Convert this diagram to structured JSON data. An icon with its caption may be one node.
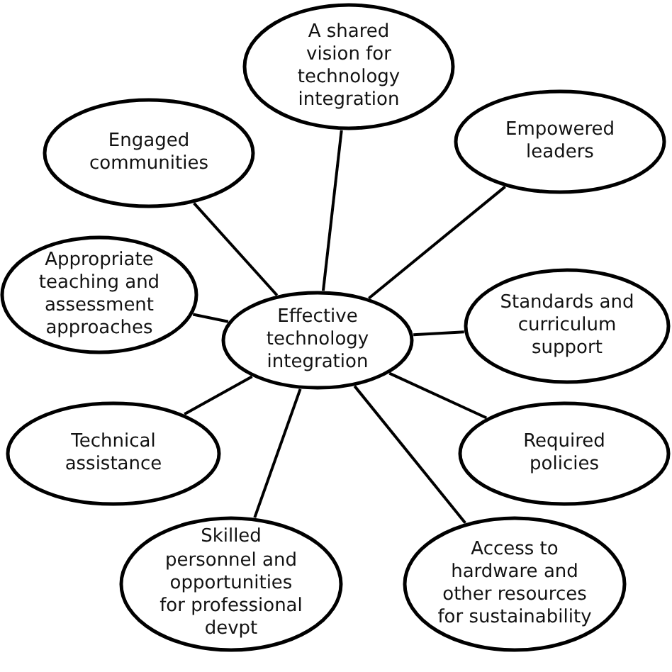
{
  "diagram": {
    "nodes": [
      {
        "text": [
          "Effective technology integration"
        ]
      },
      {
        "text": [
          "A shared vision for technology integration"
        ]
      },
      {
        "text": [
          "Engaged communities"
        ]
      },
      {
        "text": [
          "Empowered leaders"
        ]
      },
      {
        "text": [
          "Appropriate teaching and assessment approaches"
        ]
      },
      {
        "text": [
          "Standards and curriculum support"
        ]
      },
      {
        "text": [
          "Technical assistance"
        ]
      },
      {
        "text": [
          "Required policies"
        ]
      },
      {
        "text": [
          "Skilled personnel and opportunities for professional devpt"
        ]
      },
      {
        "text": [
          "Access to hardware and other resources for sustainability"
        ]
      }
    ],
    "edges": [
      {
        "from": 0,
        "to": 1,
        "arrow": "none"
      },
      {
        "from": 0,
        "to": 2,
        "arrow": "none"
      },
      {
        "from": 0,
        "to": 3,
        "arrow": "none"
      },
      {
        "from": 0,
        "to": 4,
        "arrow": "none"
      },
      {
        "from": 0,
        "to": 5,
        "arrow": "none"
      },
      {
        "from": 0,
        "to": 6,
        "arrow": "none"
      },
      {
        "from": 0,
        "to": 7,
        "arrow": "none"
      },
      {
        "from": 0,
        "to": 8,
        "arrow": "none"
      },
      {
        "from": 0,
        "to": 9,
        "arrow": "none"
      }
    ]
  }
}
